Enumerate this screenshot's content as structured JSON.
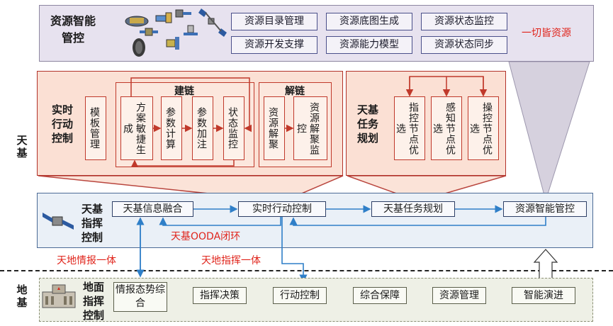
{
  "resource_panel": {
    "title": "资源智能\n管控",
    "items": [
      "资源目录管理",
      "资源底图生成",
      "资源状态监控",
      "资源开发支撑",
      "资源能力模型",
      "资源状态同步"
    ],
    "slogan": "一切皆资源"
  },
  "realtime": {
    "title": "实时\n行动\n控制",
    "template": "模板管理",
    "build_group": "建链",
    "build_items": [
      "方案敏捷生成",
      "参数计算",
      "参数加注",
      "状态监控"
    ],
    "release_group": "解链",
    "release_items": [
      "资源解聚",
      "资源解聚监控"
    ]
  },
  "mission": {
    "title": "天基\n任务\n规划",
    "items": [
      "指控节点优选",
      "感知节点优选",
      "操控节点优选"
    ]
  },
  "side_label_top": "天基",
  "side_label_bottom": "地基",
  "command": {
    "title": "天基\n指挥\n控制",
    "boxes": [
      "天基信息融合",
      "实时行动控制",
      "天基任务规划",
      "资源智能管控"
    ],
    "ooda": "天基OODA闭环"
  },
  "integration": {
    "intel": "天地情报一体",
    "command": "天地指挥一体"
  },
  "ground": {
    "title": "地面\n指挥\n控制",
    "boxes": [
      "情报态势综合",
      "指挥决策",
      "行动控制",
      "综合保障",
      "资源管理",
      "智能演进"
    ]
  },
  "colors": {
    "accent_red": "#e0241b",
    "panel_red": "#b2322a",
    "panel_blue": "#4b6b96",
    "arrow_blue": "#2f7fc8"
  }
}
